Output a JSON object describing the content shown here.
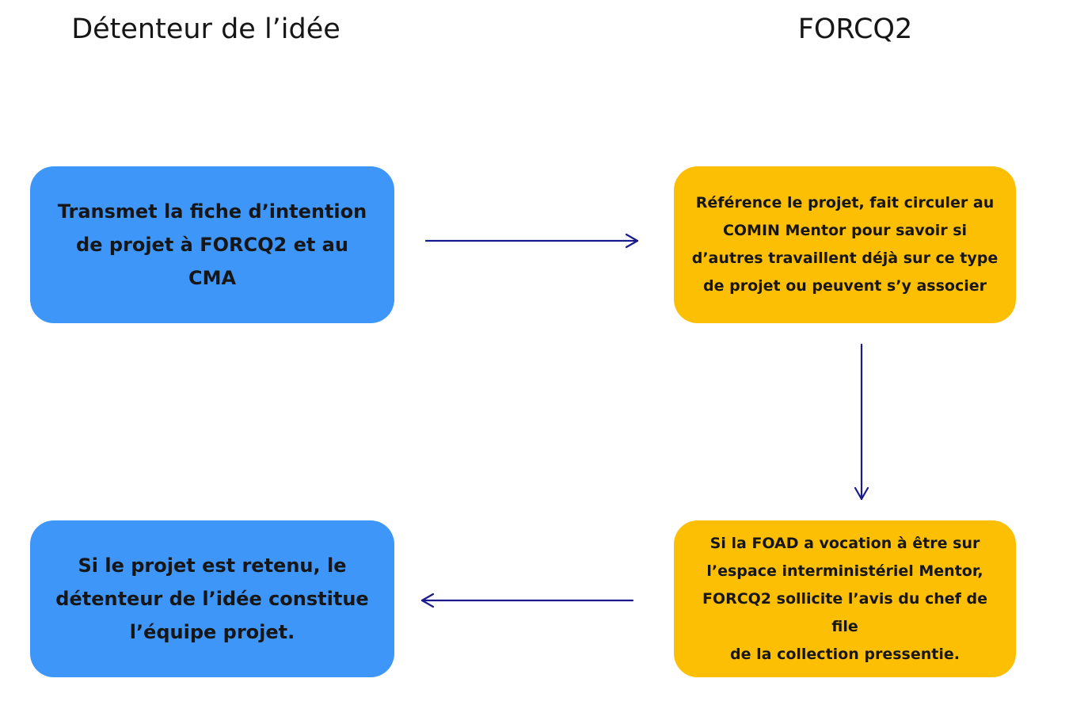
{
  "columns": {
    "left": "Détenteur de l’idée",
    "right": "FORCQ2"
  },
  "boxes": {
    "step1": "Transmet la fiche d’intention\nde projet à FORCQ2 et au\nCMA",
    "step2": "Référence le projet, fait circuler au\nCOMIN Mentor pour savoir si\nd’autres travaillent déjà sur ce type\nde projet ou peuvent s’y associer",
    "step3": "Si la FOAD a vocation à être sur\nl’espace interministériel Mentor,\nFORCQ2 sollicite l’avis du chef de file\nde la collection pressentie.",
    "step4": "Si le projet est retenu, le\ndétenteur de l’idée constitue\nl’équipe projet."
  },
  "colors": {
    "left_box": "#3e97f8",
    "right_box": "#fcbf03",
    "arrow": "#1a1a8c"
  }
}
